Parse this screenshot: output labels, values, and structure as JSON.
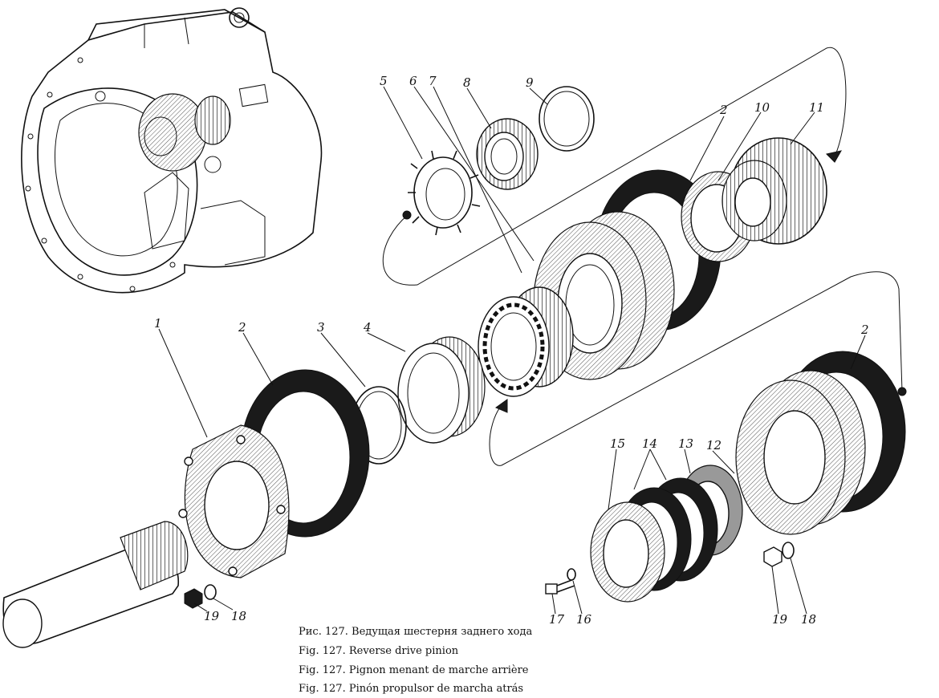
{
  "labels": [
    {
      "id": "1",
      "text": "1"
    },
    {
      "id": "2a",
      "text": "2"
    },
    {
      "id": "2b",
      "text": "2"
    },
    {
      "id": "2c",
      "text": "2"
    },
    {
      "id": "3",
      "text": "3"
    },
    {
      "id": "4",
      "text": "4"
    },
    {
      "id": "5",
      "text": "5"
    },
    {
      "id": "6",
      "text": "6"
    },
    {
      "id": "7",
      "text": "7"
    },
    {
      "id": "8",
      "text": "8"
    },
    {
      "id": "9",
      "text": "9"
    },
    {
      "id": "10",
      "text": "10"
    },
    {
      "id": "11",
      "text": "11"
    },
    {
      "id": "12",
      "text": "12"
    },
    {
      "id": "13",
      "text": "13"
    },
    {
      "id": "14",
      "text": "14"
    },
    {
      "id": "15",
      "text": "15"
    },
    {
      "id": "16",
      "text": "16"
    },
    {
      "id": "17",
      "text": "17"
    },
    {
      "id": "18a",
      "text": "18"
    },
    {
      "id": "18b",
      "text": "18"
    },
    {
      "id": "19a",
      "text": "19"
    },
    {
      "id": "19b",
      "text": "19"
    }
  ],
  "caption": {
    "ru": "Рис. 127. Ведущая шестерня заднего хода",
    "en": "Fig. 127. Reverse drive pinion",
    "fr": "Fig. 127. Pignon menant de marche arrière",
    "es": "Fig. 127. Pinón propulsor de marcha atrás"
  }
}
